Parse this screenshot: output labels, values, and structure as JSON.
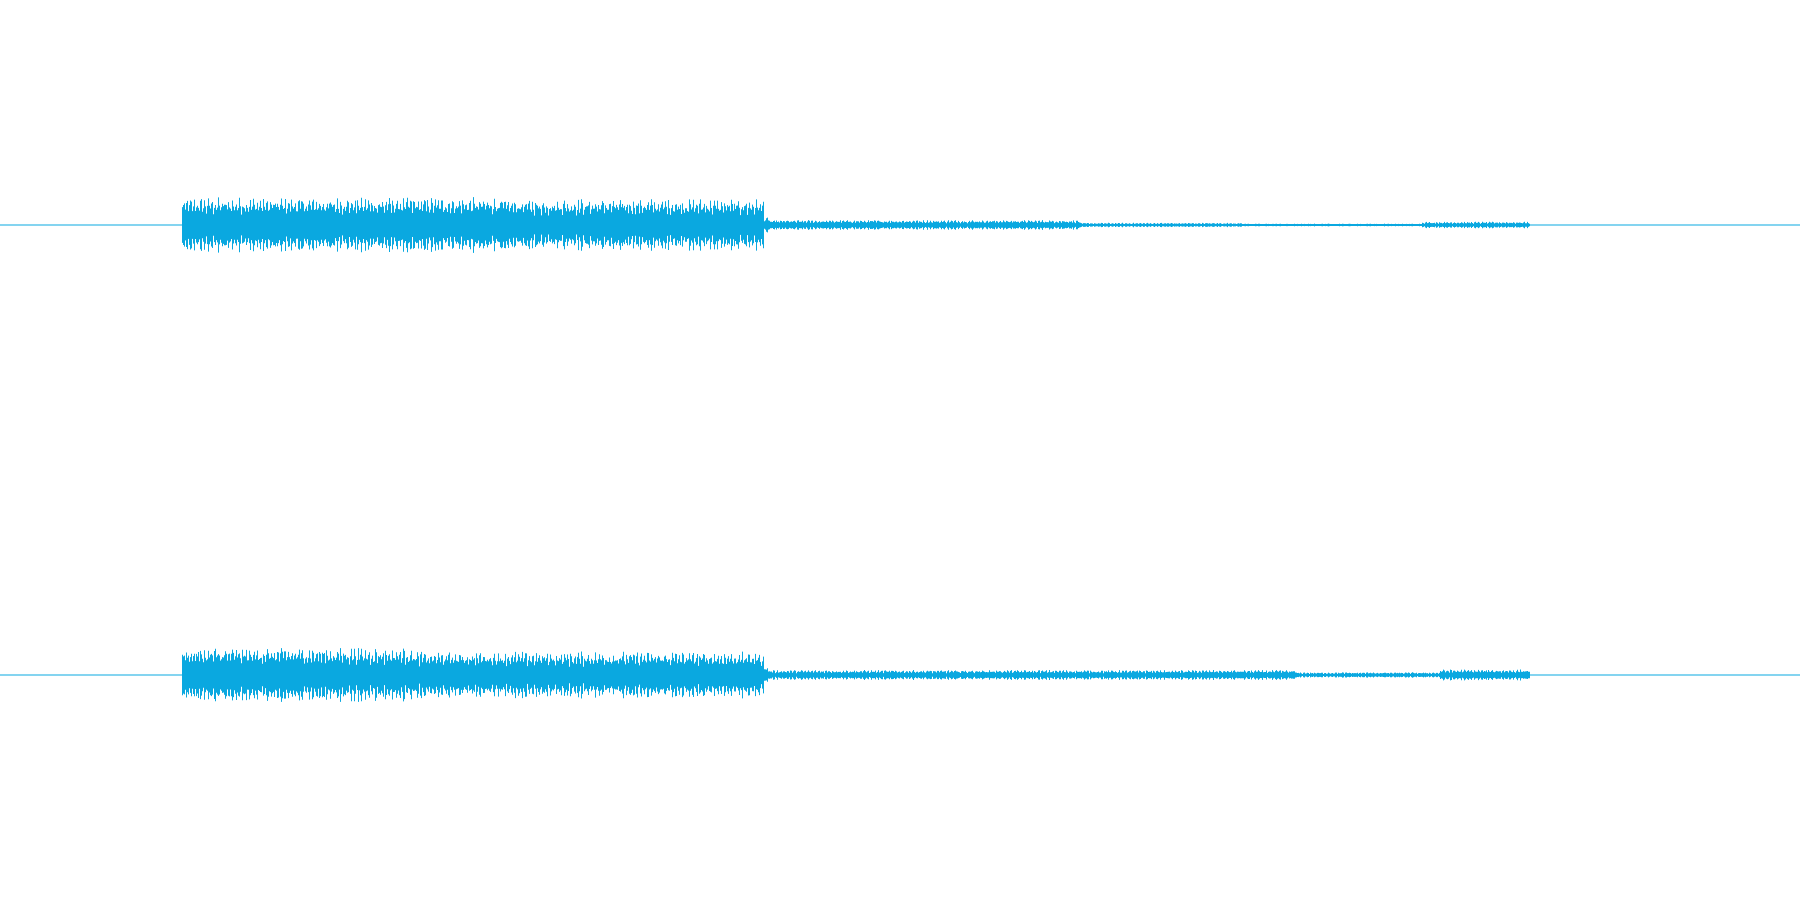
{
  "waveform": {
    "color": "#0aa8e0",
    "background": "#ffffff",
    "channels": [
      {
        "name": "",
        "segments": [
          {
            "start": 0.0,
            "end": 0.101,
            "amplitude": 0.0
          },
          {
            "start": 0.101,
            "end": 0.279,
            "amplitude": 1.0
          },
          {
            "start": 0.279,
            "end": 0.424,
            "amplitude": 0.95
          },
          {
            "start": 0.424,
            "end": 0.427,
            "amplitude": 0.3
          },
          {
            "start": 0.427,
            "end": 0.6,
            "amplitude": 0.18
          },
          {
            "start": 0.6,
            "end": 0.69,
            "amplitude": 0.08
          },
          {
            "start": 0.69,
            "end": 0.79,
            "amplitude": 0.05
          },
          {
            "start": 0.79,
            "end": 0.85,
            "amplitude": 0.12
          },
          {
            "start": 0.85,
            "end": 0.851,
            "amplitude": 0.0
          },
          {
            "start": 0.851,
            "end": 1.0,
            "amplitude": 0.0
          }
        ]
      },
      {
        "name": "",
        "segments": [
          {
            "start": 0.0,
            "end": 0.101,
            "amplitude": 0.0
          },
          {
            "start": 0.101,
            "end": 0.23,
            "amplitude": 1.0
          },
          {
            "start": 0.23,
            "end": 0.424,
            "amplitude": 0.85
          },
          {
            "start": 0.424,
            "end": 0.427,
            "amplitude": 0.3
          },
          {
            "start": 0.427,
            "end": 0.72,
            "amplitude": 0.18
          },
          {
            "start": 0.72,
            "end": 0.8,
            "amplitude": 0.1
          },
          {
            "start": 0.8,
            "end": 0.85,
            "amplitude": 0.2
          },
          {
            "start": 0.85,
            "end": 1.0,
            "amplitude": 0.0
          }
        ]
      }
    ]
  }
}
